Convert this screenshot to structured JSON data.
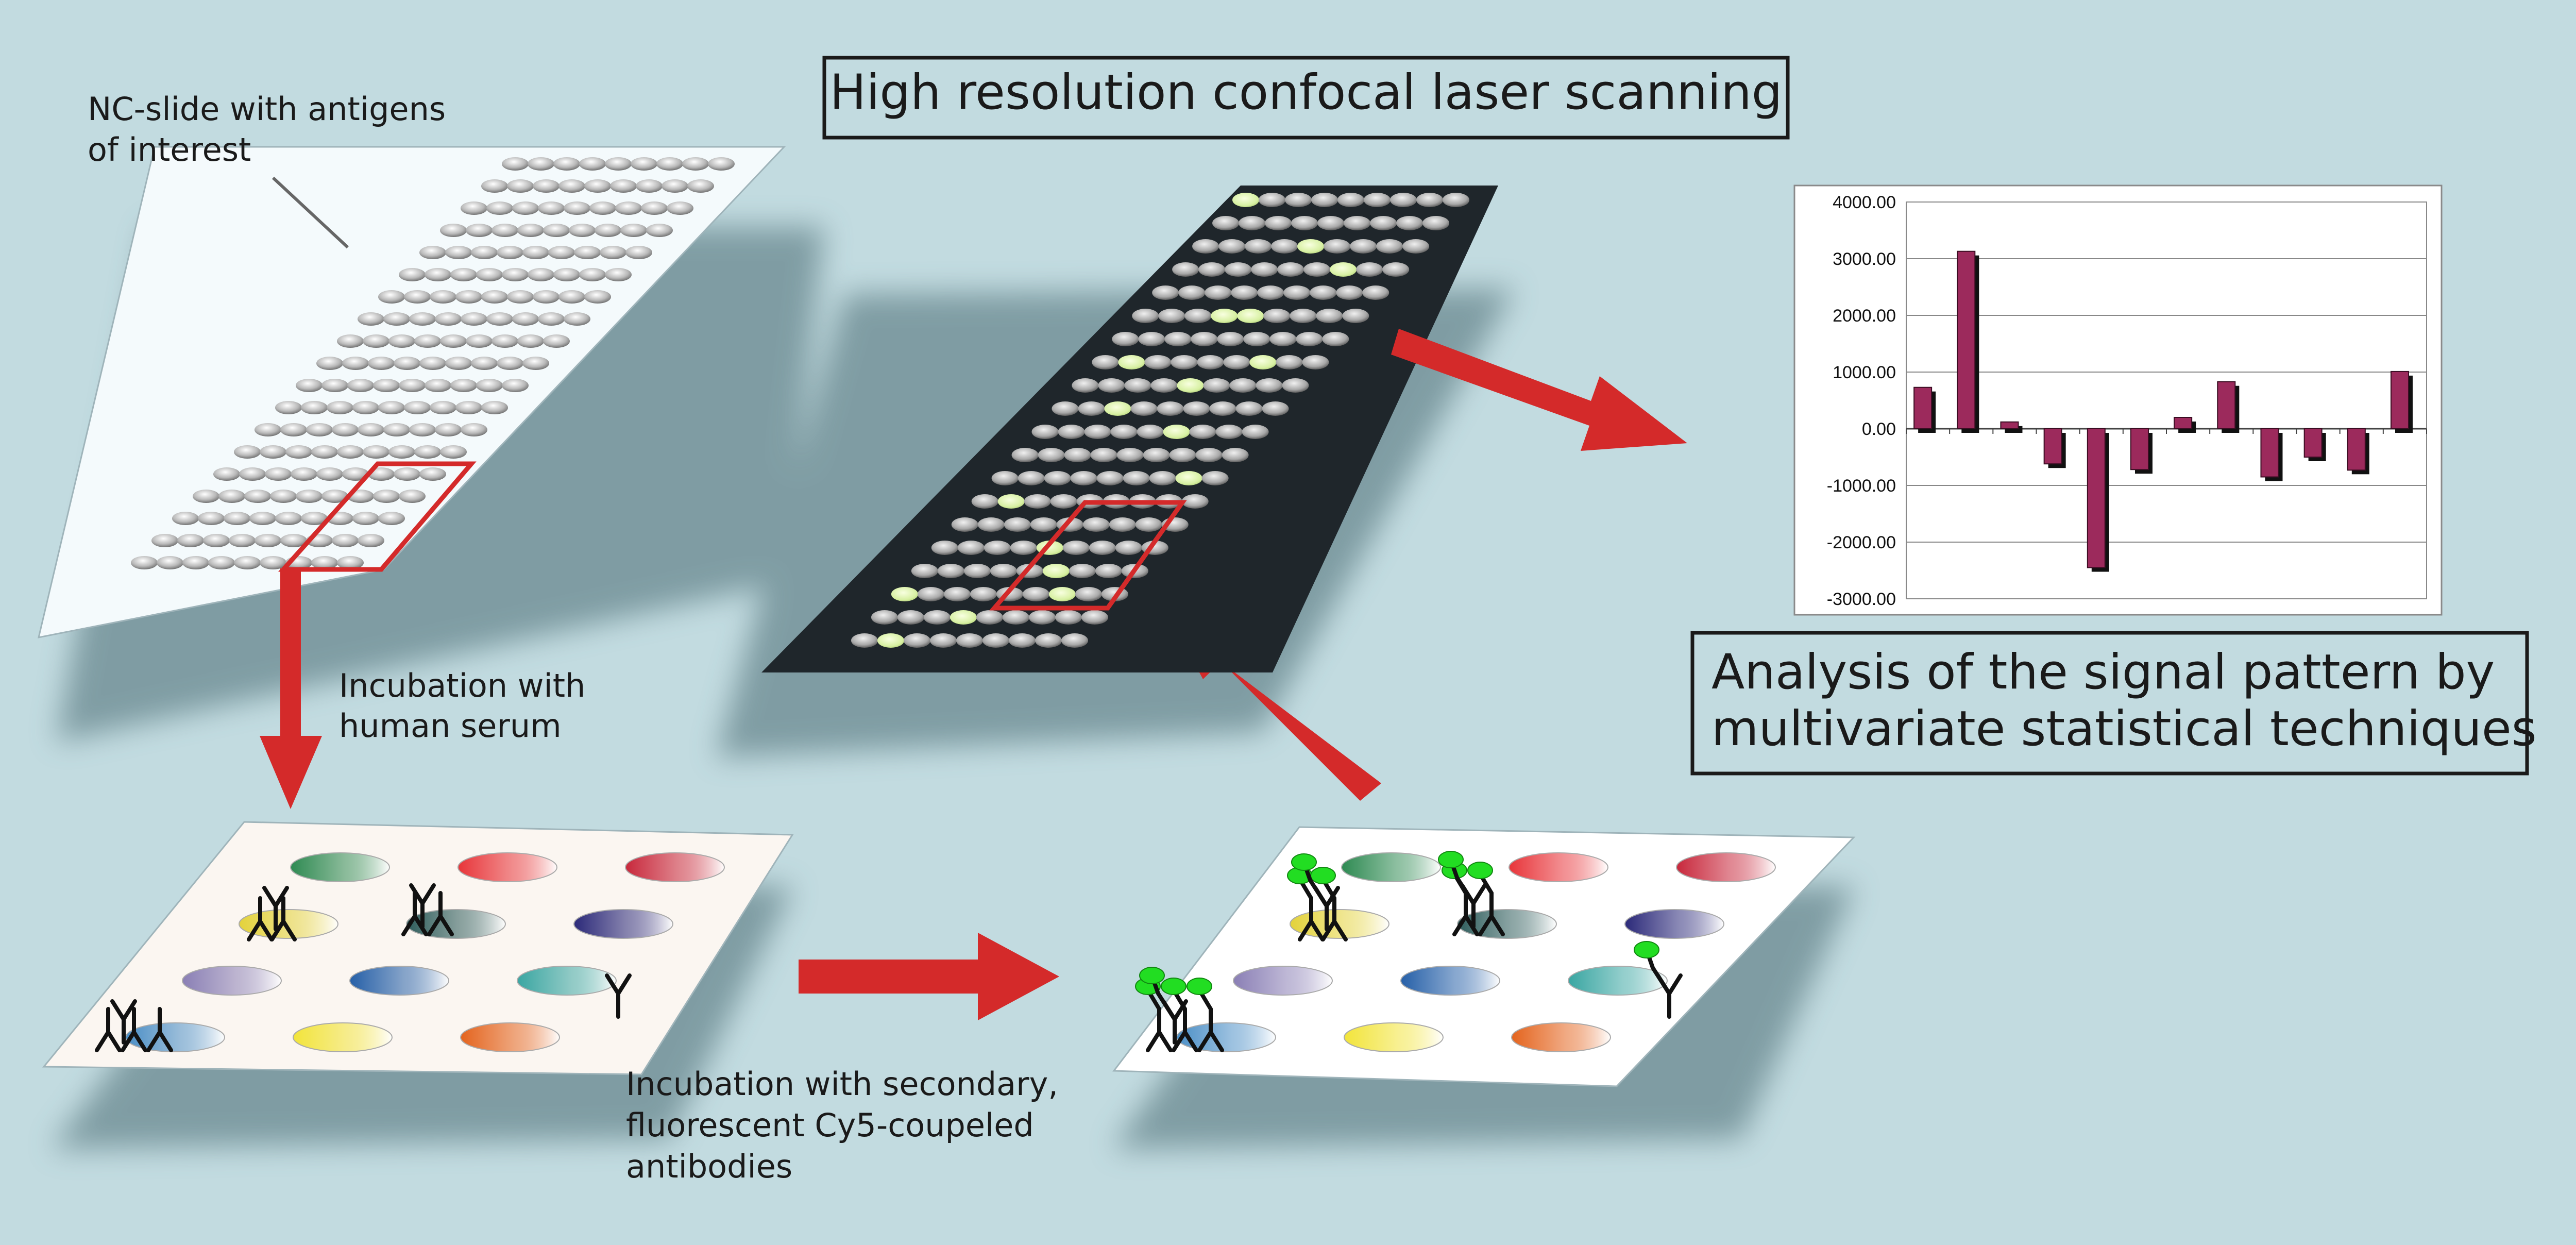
{
  "labels": {
    "slide_note": [
      "NC-slide with antigens",
      "of interest"
    ],
    "serum": [
      "Incubation with",
      "human serum"
    ],
    "secondary": [
      "Incubation with secondary,",
      "fluorescent Cy5-coupeled",
      "antibodies"
    ]
  },
  "titles": {
    "scanning": "High resolution confocal laser scanning",
    "analysis": [
      "Analysis of the signal pattern by",
      "multivariate statistical techniques"
    ]
  },
  "colors": {
    "background": "#c2dbe0",
    "arrow": "#d42a2a",
    "bar": "#9c2a5c",
    "highlight": "#d7f0a2",
    "fluorophore": "#22dd22",
    "dark_slide": "#1f262b"
  },
  "icons": [
    "antibody-y-icon",
    "fluorescent-tag-icon"
  ],
  "chart_data": {
    "type": "bar",
    "title": "",
    "xlabel": "",
    "ylabel": "",
    "ylim": [
      -3000,
      4000
    ],
    "yticks": [
      "4000.00",
      "3000.00",
      "2000.00",
      "1000.00",
      "0.00",
      "-1000.00",
      "-2000.00",
      "-3000.00"
    ],
    "grid": true,
    "values": [
      730,
      3130,
      120,
      -620,
      -2450,
      -720,
      200,
      830,
      -850,
      -500,
      -730,
      1010
    ]
  }
}
